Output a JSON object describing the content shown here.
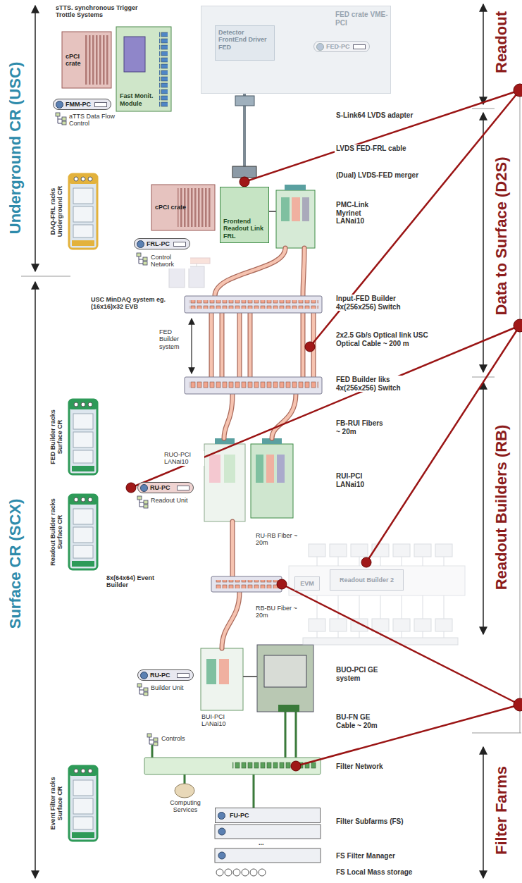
{
  "diagram": {
    "nodes": [
      {
        "text": [
          "cPCI crate"
        ]
      },
      {
        "text": [
          "Fast Monit. Module"
        ]
      },
      {
        "text": [
          "FMM-PC"
        ]
      },
      {
        "text": [
          "FED crate VME-PCI"
        ]
      },
      {
        "text": [
          "Detector FrontEnd Driver FED"
        ],
        "in": 3
      },
      {
        "text": [
          "FED-PC"
        ],
        "in": 3
      },
      {
        "text": [
          "cPCI crate"
        ]
      },
      {
        "text": [
          "Frontend Readout Link FRL"
        ]
      },
      {
        "text": [
          "FRL-PC"
        ]
      },
      {
        "text": [
          "RU-PC"
        ]
      },
      {
        "text": [
          "EVM"
        ]
      },
      {
        "text": [
          "Readout Builder 2"
        ]
      },
      {
        "text": [
          "RU-PC"
        ]
      },
      {
        "text": [
          "FU-PC"
        ]
      }
    ],
    "edges": [
      {
        "from": 4,
        "to": 7,
        "arrow": "none"
      }
    ],
    "labels": [
      "sTTS. synchronous Trigger Trottle Systems",
      "aTTS Data Flow Control",
      "DAQ-FRL racks Underground CR",
      "Control Network",
      "S-Link64 LVDS adapter",
      "LVDS FED-FRL cable",
      "(Dual) LVDS-FED merger",
      "PMC-Link Myrinet LANai10",
      "USC MinDAQ system eg. (16x16)x32 EVB",
      "Input-FED Builder 4x(256x256) Switch",
      "2x2.5 Gb/s Optical link USC Optical Cable ~ 200 m",
      "FED Builder system",
      "FED Builder liks 4x(256x256) Switch",
      "FED Builder racks Surface CR",
      "RUO-PCI LANai10",
      "FB-RUI Fibers ~ 20m",
      "Readout Unit",
      "RUI-PCI LANai10",
      "Readout Builder racks Surface CR",
      "RU-RB Fiber ~ 20m",
      "8x(64x64) Event Builder",
      "RB-BU Fiber ~ 20m",
      "BUO-PCI GE system",
      "Builder Unit",
      "BUI-PCI LANai10",
      "BU-FN GE Cable ~ 20m",
      "Controls",
      "Filter Network",
      "Computing Services",
      "Event Filter racks Surface CR",
      "Filter Subfarms (FS)",
      "...",
      "FS Filter Manager",
      "FS Local Mass storage",
      "Underground CR (USC)",
      "Surface CR (SCX)",
      "Readout",
      "Data to Surface (D2S)",
      "Readout Builders (RB)",
      "Filter Farms"
    ]
  }
}
